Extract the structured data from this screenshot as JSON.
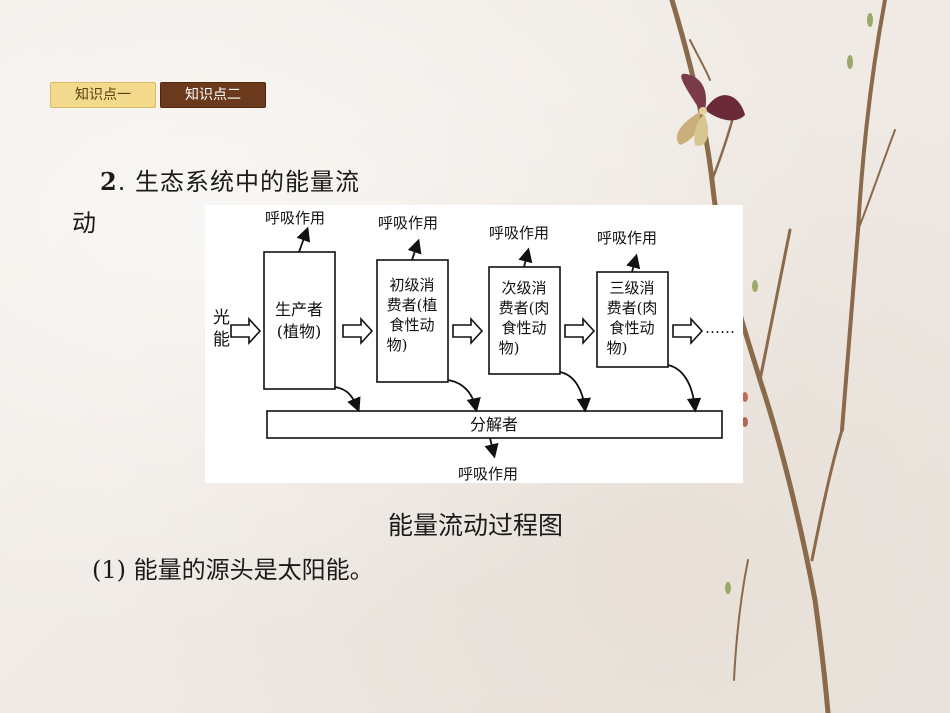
{
  "tabs": [
    {
      "label": "知识点一"
    },
    {
      "label": "知识点二"
    }
  ],
  "section": {
    "number": "2",
    "title_line1": "生态系统中的能量流",
    "title_line2": "动"
  },
  "diagram": {
    "light_label": [
      "光",
      "能"
    ],
    "respiration_label": "呼吸作用",
    "producer": [
      "生产者",
      "(植物)"
    ],
    "primary": [
      "初级消",
      "费者(植",
      "食性动",
      "物)"
    ],
    "secondary": [
      "次级消",
      "费者(肉",
      "食性动",
      "物)"
    ],
    "tertiary": [
      "三级消",
      "费者(肉",
      "食性动",
      "物)"
    ],
    "ellipsis": "……",
    "decomposer": "分解者"
  },
  "caption": "能量流动过程图",
  "points": [
    {
      "prefix": "(1)",
      "text": " 能量的源头是太阳能。"
    }
  ]
}
